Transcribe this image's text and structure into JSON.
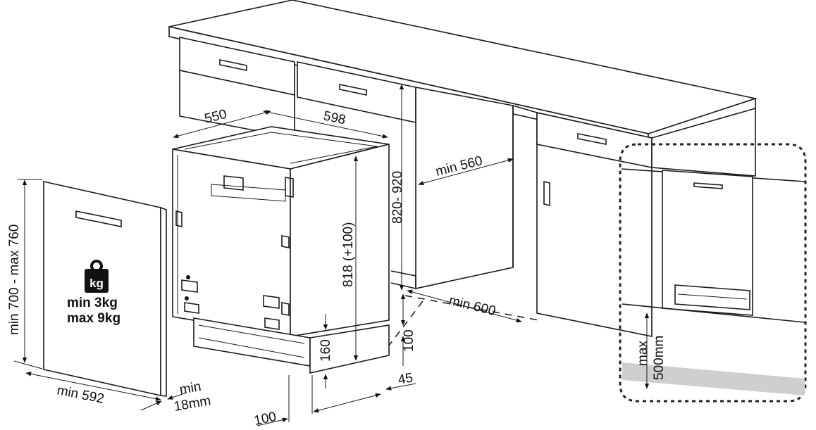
{
  "labels": {
    "depth": "550",
    "width": "598",
    "cabinet_height": "820- 920",
    "min_niche_width": "min 560",
    "appliance_height": "818 (+100)",
    "min_clearance_width": "min 600",
    "base_clearance": "100",
    "plinth_height": "160",
    "plinth_depth": "45",
    "plinth_offset": "100",
    "panel_height": "min 700 - max 760",
    "panel_width": "min 592",
    "panel_thickness_min": "min",
    "panel_thickness_value": "18mm",
    "panel_weight_min": "min  3kg",
    "panel_weight_max": "max 9kg",
    "kg_symbol": "kg",
    "detail_max": "max",
    "detail_value": "500mm"
  },
  "icons": {
    "weight": "kg-weight-icon"
  }
}
